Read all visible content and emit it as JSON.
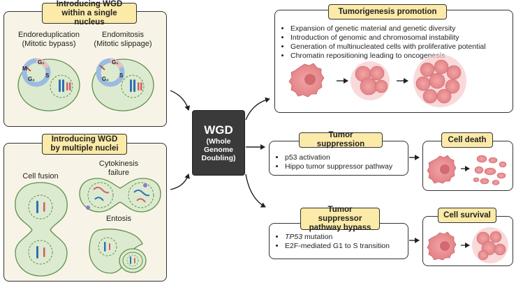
{
  "wgd_single": {
    "title_line1": "Introducing WGD",
    "title_line2": "within a single nucleus",
    "endoreduplication_line1": "Endoreduplication",
    "endoreduplication_line2": "(Mitotic bypass)",
    "endomitosis_line1": "Endomitosis",
    "endomitosis_line2": "(Mitotic slippage)",
    "cycle_labels": {
      "m": "M",
      "g1": "G1",
      "s": "S",
      "g2": "G2"
    }
  },
  "wgd_multiple": {
    "title_line1": "Introducing WGD",
    "title_line2": "by multiple nuclei",
    "cell_fusion": "Cell fusion",
    "cytokinesis_line1": "Cytokinesis",
    "cytokinesis_line2": "failure",
    "entosis": "Entosis"
  },
  "center": {
    "title": "WGD",
    "line1": "(Whole",
    "line2": "Genome",
    "line3": "Doubling)"
  },
  "tumorigenesis": {
    "title": "Tumorigenesis promotion",
    "bullets": [
      "Expansion of genetic material and genetic diversity",
      "Introduction of genomic and chromosomal instability",
      "Generation of multinucleated cells with proliferative potential",
      "Chromatin repositioning leading to oncogenesis"
    ]
  },
  "tumor_suppression": {
    "title": "Tumor suppression",
    "bullets": [
      "p53 activation",
      "Hippo tumor suppressor pathway"
    ]
  },
  "bypass": {
    "title_line1": "Tumor suppressor",
    "title_line2": "pathway bypass",
    "bullet1_italic": "TP53",
    "bullet1_rest": " mutation",
    "bullet2": "E2F-mediated G1 to S transition"
  },
  "cell_death": {
    "title": "Cell death"
  },
  "cell_survival": {
    "title": "Cell survival"
  },
  "colors": {
    "panel_bg": "#f7f4e7",
    "tag_bg": "#fbeaa8",
    "center_bg": "#3a3a3a",
    "cell_green": "#dcebcf",
    "cell_stroke": "#5f8f4a",
    "tumor_pink": "#e9898c",
    "chrom_blue": "#2f6fb7",
    "chrom_red": "#d65a6a"
  }
}
